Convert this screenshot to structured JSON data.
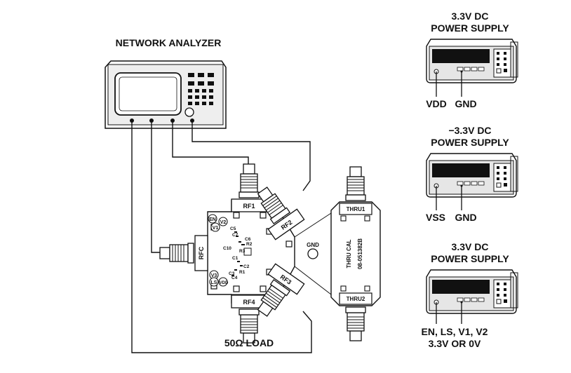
{
  "network_analyzer": {
    "title": "NETWORK ANALYZER"
  },
  "supplies": [
    {
      "line1": "3.3V DC",
      "line2": "POWER SUPPLY",
      "term1": "VDD",
      "term2": "GND"
    },
    {
      "line1": "−3.3V DC",
      "line2": "POWER SUPPLY",
      "term1": "VSS",
      "term2": "GND"
    },
    {
      "line1": "3.3V DC",
      "line2": "POWER SUPPLY",
      "term1": "EN, LS, V1, V2",
      "term2": "3.3V OR 0V"
    }
  ],
  "board": {
    "ports": {
      "rf1": "RF1",
      "rf2": "RF2",
      "rf3": "RF3",
      "rf4": "RF4",
      "rfc": "RFC"
    },
    "pads": {
      "en": "EN",
      "v1": "V1",
      "v2": "V2",
      "ls": "LS",
      "v3": "V3",
      "vdd": "VDD"
    },
    "components": {
      "c5": "C5",
      "c7": "C7",
      "c6": "C6",
      "c10": "C10",
      "r3": "R3",
      "r2": "R2",
      "c1": "C1",
      "c2": "C2",
      "c3": "C3",
      "c4": "C4",
      "r1": "R1"
    },
    "gnd": "GND",
    "load": "50Ω LOAD"
  },
  "thru_cal": {
    "title": "THRU CAL",
    "part_number": "08-051382B",
    "port1": "THRU1",
    "port2": "THRU2"
  }
}
